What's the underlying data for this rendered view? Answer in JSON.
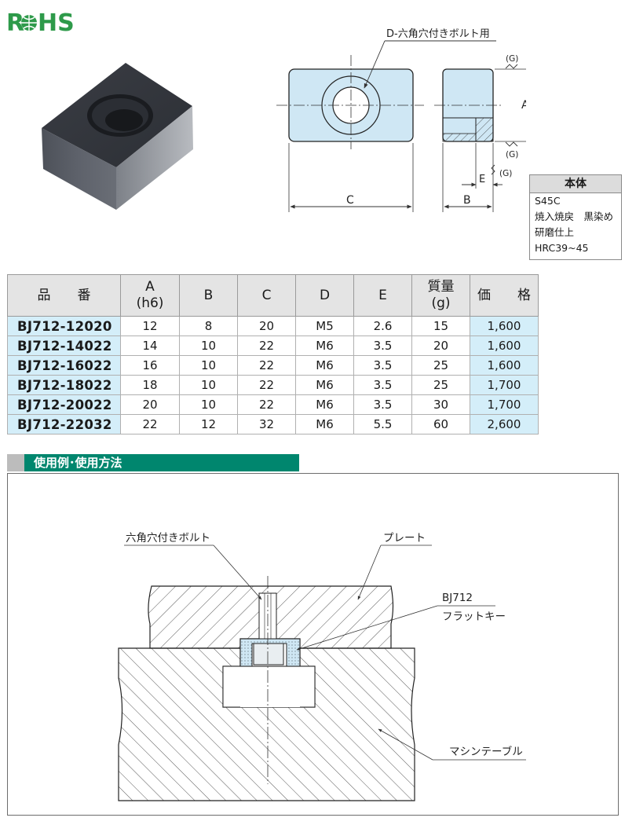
{
  "logo": {
    "text": "RoHS",
    "color": "#2e9a4a"
  },
  "drawing": {
    "bolt_label": "D-六角穴付きボルト用",
    "dim_A": "A",
    "dim_B": "B",
    "dim_C": "C",
    "dim_E": "E",
    "tol_G": "(G)"
  },
  "material": {
    "header": "本体",
    "lines": [
      "S45C",
      "焼入焼戻　黒染め",
      "研磨仕上",
      "HRC39~45"
    ]
  },
  "table": {
    "headers": {
      "model": "品　　番",
      "A": "A",
      "A_sub": "(h6)",
      "B": "B",
      "C": "C",
      "D": "D",
      "E": "E",
      "weight": "質量",
      "weight_sub": "(g)",
      "price": "価　　格"
    },
    "rows": [
      {
        "model": "BJ712-12020",
        "A": "12",
        "B": "8",
        "C": "20",
        "D": "M5",
        "E": "2.6",
        "weight": "15",
        "price": "1,600"
      },
      {
        "model": "BJ712-14022",
        "A": "14",
        "B": "10",
        "C": "22",
        "D": "M6",
        "E": "3.5",
        "weight": "20",
        "price": "1,600"
      },
      {
        "model": "BJ712-16022",
        "A": "16",
        "B": "10",
        "C": "22",
        "D": "M6",
        "E": "3.5",
        "weight": "25",
        "price": "1,600"
      },
      {
        "model": "BJ712-18022",
        "A": "18",
        "B": "10",
        "C": "22",
        "D": "M6",
        "E": "3.5",
        "weight": "25",
        "price": "1,700"
      },
      {
        "model": "BJ712-20022",
        "A": "20",
        "B": "10",
        "C": "22",
        "D": "M6",
        "E": "3.5",
        "weight": "30",
        "price": "1,700"
      },
      {
        "model": "BJ712-22032",
        "A": "22",
        "B": "12",
        "C": "32",
        "D": "M6",
        "E": "5.5",
        "weight": "60",
        "price": "2,600"
      }
    ]
  },
  "section": {
    "title": "使用例･使用方法",
    "color": "#00866e"
  },
  "usage": {
    "bolt": "六角穴付きボルト",
    "plate": "プレート",
    "key_model": "BJ712",
    "key_name": "フラットキー",
    "table": "マシンテーブル"
  }
}
